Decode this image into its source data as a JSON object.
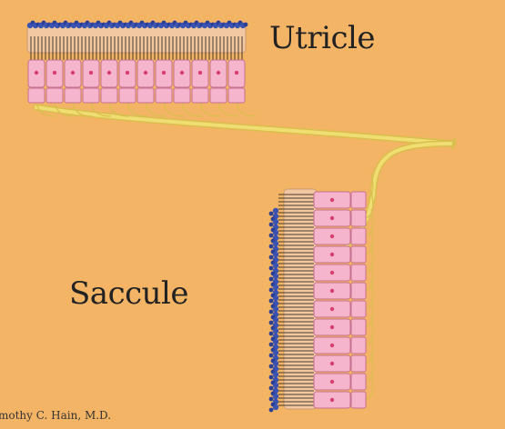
{
  "labels": {
    "utricle": "Utricle",
    "saccule": "Saccule",
    "credit": "mothy C. Hain, M.D."
  },
  "colors": {
    "background": "#f3b465",
    "hair_cell": "#f5b5cc",
    "hair_cell_outline": "#c7708f",
    "nucleus": "#d6406e",
    "support_band": "#f2c8a3",
    "otoconia": "#3a52b0",
    "cilia": "#4a3a2a",
    "nerve": "#f1de72",
    "nerve_outline": "#d9bf4e"
  },
  "utricle": {
    "cell_count": 12
  },
  "saccule": {
    "cell_count": 12
  }
}
